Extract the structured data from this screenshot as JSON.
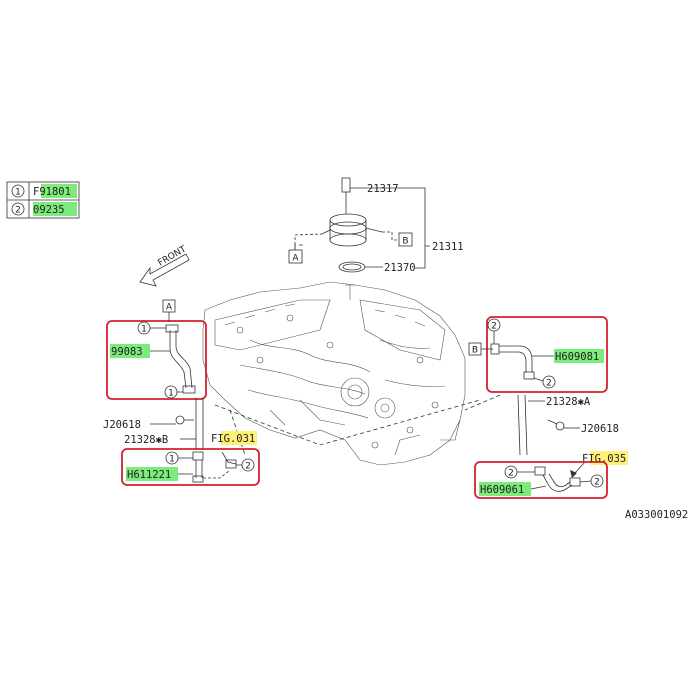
{
  "legend": {
    "row1": {
      "num": "1",
      "code": "F91801"
    },
    "row2": {
      "num": "2",
      "code": "09235"
    }
  },
  "front_label": "FRONT",
  "labels": {
    "p21317": "21317",
    "p21311": "21311",
    "p21370": "21370",
    "p99083": "99083",
    "pH609081": "H609081",
    "pJ20618L": "J20618",
    "pJ20618R": "J20618",
    "p21328B": "21328✱B",
    "p21328A": "21328✱A",
    "pFIG031": "FIG.031",
    "pFIG035": "FIG.035",
    "pH611221": "H611221",
    "pH609061": "H609061",
    "ref_A_top": "A",
    "ref_A_left": "A",
    "ref_B_top": "B",
    "ref_B_right": "B",
    "c1a": "1",
    "c1b": "1",
    "c1c": "1",
    "c2a": "2",
    "c2b": "2",
    "c2c": "2",
    "c2d": "2",
    "diagram_id": "A033001092"
  },
  "colors": {
    "highlight_green": "#7CEB7C",
    "highlight_yellow": "#FFF176",
    "callout_red": "#D2222D"
  }
}
